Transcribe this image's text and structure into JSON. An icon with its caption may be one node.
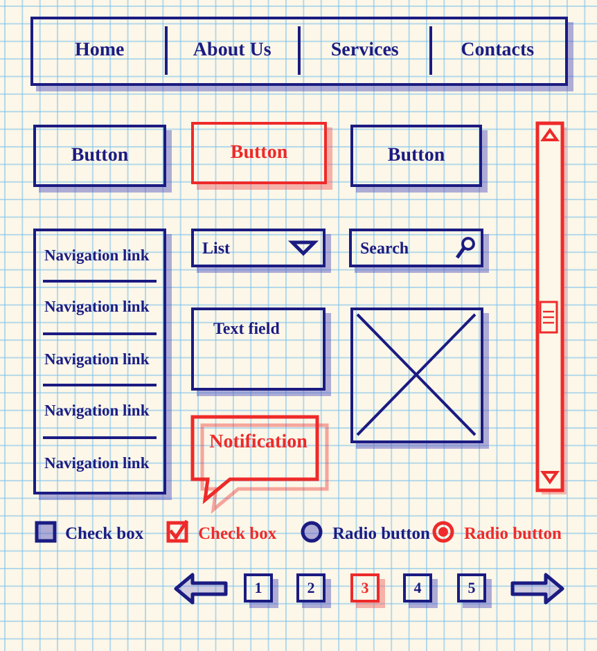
{
  "diagram": {
    "nodes": [
      {
        "text": [
          "Home",
          "About Us",
          "Services",
          "Contacts"
        ]
      },
      {
        "text": [
          "Button"
        ]
      },
      {
        "text": [
          "Button"
        ]
      },
      {
        "text": [
          "Button"
        ]
      },
      {
        "text": [
          "Navigation link",
          "Navigation link",
          "Navigation link",
          "Navigation link",
          "Navigation link"
        ]
      },
      {
        "text": [
          "List"
        ]
      },
      {
        "text": [
          "Search"
        ]
      },
      {
        "text": [
          "Text field"
        ]
      },
      {
        "text": [],
        "shape": "box"
      },
      {
        "text": [
          "Notification"
        ]
      },
      {
        "text": [
          "1"
        ]
      },
      {
        "text": [
          "2"
        ]
      },
      {
        "text": [
          "3"
        ]
      },
      {
        "text": [
          "4"
        ]
      },
      {
        "text": [
          "5"
        ]
      }
    ],
    "labels": [
      "Check box",
      "Check box",
      "Radio button",
      "Radio button"
    ]
  }
}
